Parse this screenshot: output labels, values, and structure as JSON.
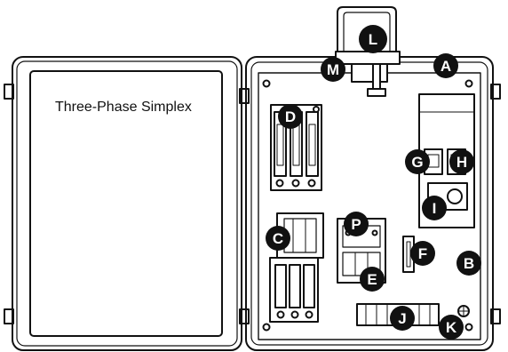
{
  "door": {
    "title": "Three-Phase Simplex"
  },
  "callouts": [
    {
      "id": "A",
      "label": "A"
    },
    {
      "id": "B",
      "label": "B"
    },
    {
      "id": "C",
      "label": "C"
    },
    {
      "id": "D",
      "label": "D"
    },
    {
      "id": "E",
      "label": "E"
    },
    {
      "id": "F",
      "label": "F"
    },
    {
      "id": "G",
      "label": "G"
    },
    {
      "id": "H",
      "label": "H"
    },
    {
      "id": "I",
      "label": "I"
    },
    {
      "id": "J",
      "label": "J"
    },
    {
      "id": "K",
      "label": "K"
    },
    {
      "id": "L",
      "label": "L"
    },
    {
      "id": "M",
      "label": "M"
    },
    {
      "id": "P",
      "label": "P"
    }
  ],
  "colors": {
    "line": "#111111",
    "callout_fill": "#111111",
    "callout_text": "#ffffff",
    "background": "#ffffff"
  }
}
